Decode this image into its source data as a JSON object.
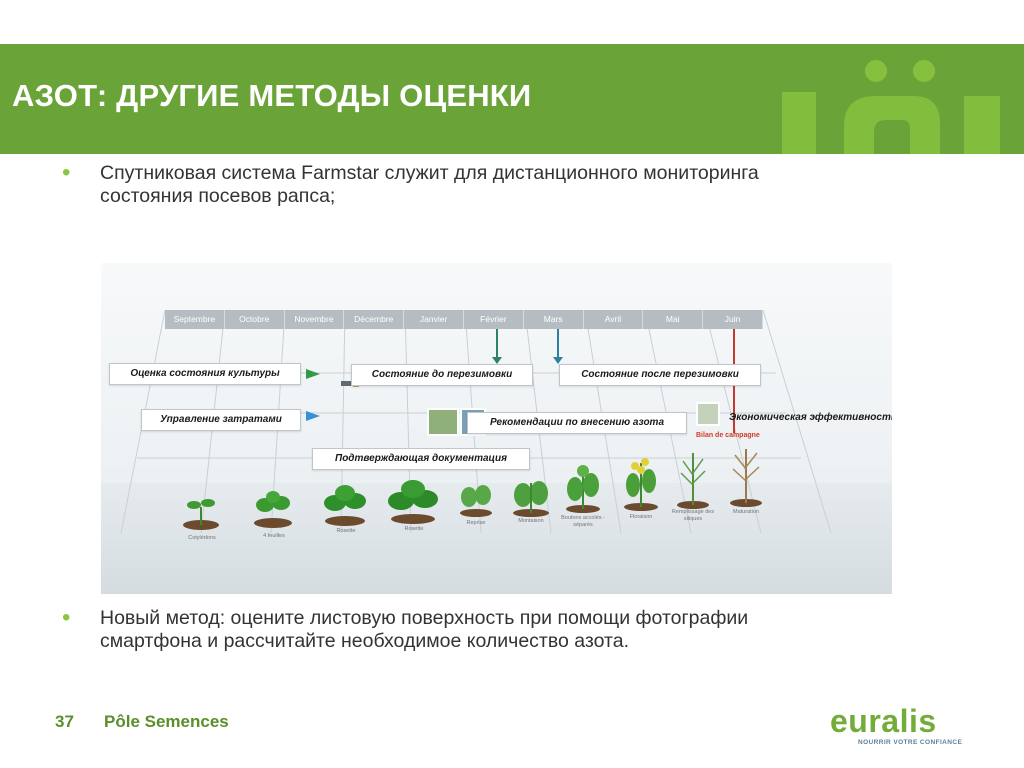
{
  "slide": {
    "title": "АЗОТ: ДРУГИЕ МЕТОДЫ ОЦЕНКИ",
    "bullets": [
      {
        "lines": [
          "Спутниковая система Farmstar служит для дистанционного мониторинга",
          "состояния посевов рапса;"
        ]
      },
      {
        "lines": [
          "Новый метод: оцените листовую поверхность при помощи фотографии",
          "смартфона и рассчитайте необходимое количество азота."
        ]
      }
    ],
    "footer": {
      "page_number": "37",
      "text": "Pôle Semences"
    },
    "brand": {
      "name": "euralis",
      "tagline": "NOURRIR VOTRE CONFIANCE"
    },
    "accent_color": "#6aa338"
  },
  "figure": {
    "months": [
      "Septembre",
      "Octobre",
      "Novembre",
      "Décembre",
      "Janvier",
      "Février",
      "Mars",
      "Avril",
      "Mai",
      "Juin"
    ],
    "labels": {
      "crop_state": "Оценка состояния культуры",
      "cost_management": "Управление затратами",
      "before_winter": "Состояние до перезимовки",
      "after_winter": "Состояние  после перезимовки",
      "nitrogen_recommendations": "Рекомендации по внесению азота",
      "economic_efficiency": "Экономическая эффективность возделывания",
      "supporting_docs": "Подтверждающая документация"
    },
    "bilan": "Bilan de campagne",
    "stages": [
      "Cotylédons",
      "4 feuilles",
      "Rosette",
      "Rosette",
      "Reprise",
      "Montaison",
      "Boutons accolés - séparés",
      "Floraison",
      "Remplissage des siliques",
      "Maturation"
    ]
  }
}
